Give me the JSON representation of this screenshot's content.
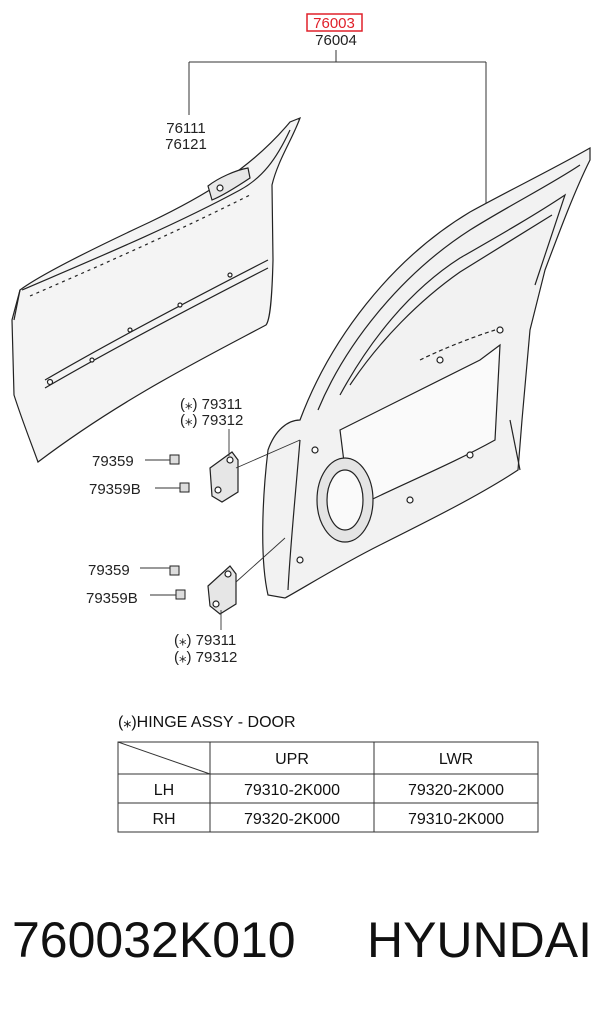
{
  "callouts": {
    "assembly_primary": "76003",
    "assembly_secondary": "76004",
    "panel_1": "76111",
    "panel_2": "76121",
    "upper_hinge_1": "(⁎) 79311",
    "upper_hinge_2": "(⁎) 79312",
    "upper_bolt_1": "79359",
    "upper_bolt_2": "79359B",
    "lower_bolt_1": "79359",
    "lower_bolt_2": "79359B",
    "lower_hinge_1": "(⁎) 79311",
    "lower_hinge_2": "(⁎) 79312"
  },
  "highlight_color": "#e0202a",
  "hinge_table": {
    "caption": "(⁎)HINGE ASSY - DOOR",
    "headers": [
      "",
      "UPR",
      "LWR"
    ],
    "rows": [
      [
        "LH",
        "79310-2K000",
        "79320-2K000"
      ],
      [
        "RH",
        "79320-2K000",
        "79310-2K000"
      ]
    ]
  },
  "footer": {
    "part_number": "760032K010",
    "brand": "HYUNDAI"
  }
}
